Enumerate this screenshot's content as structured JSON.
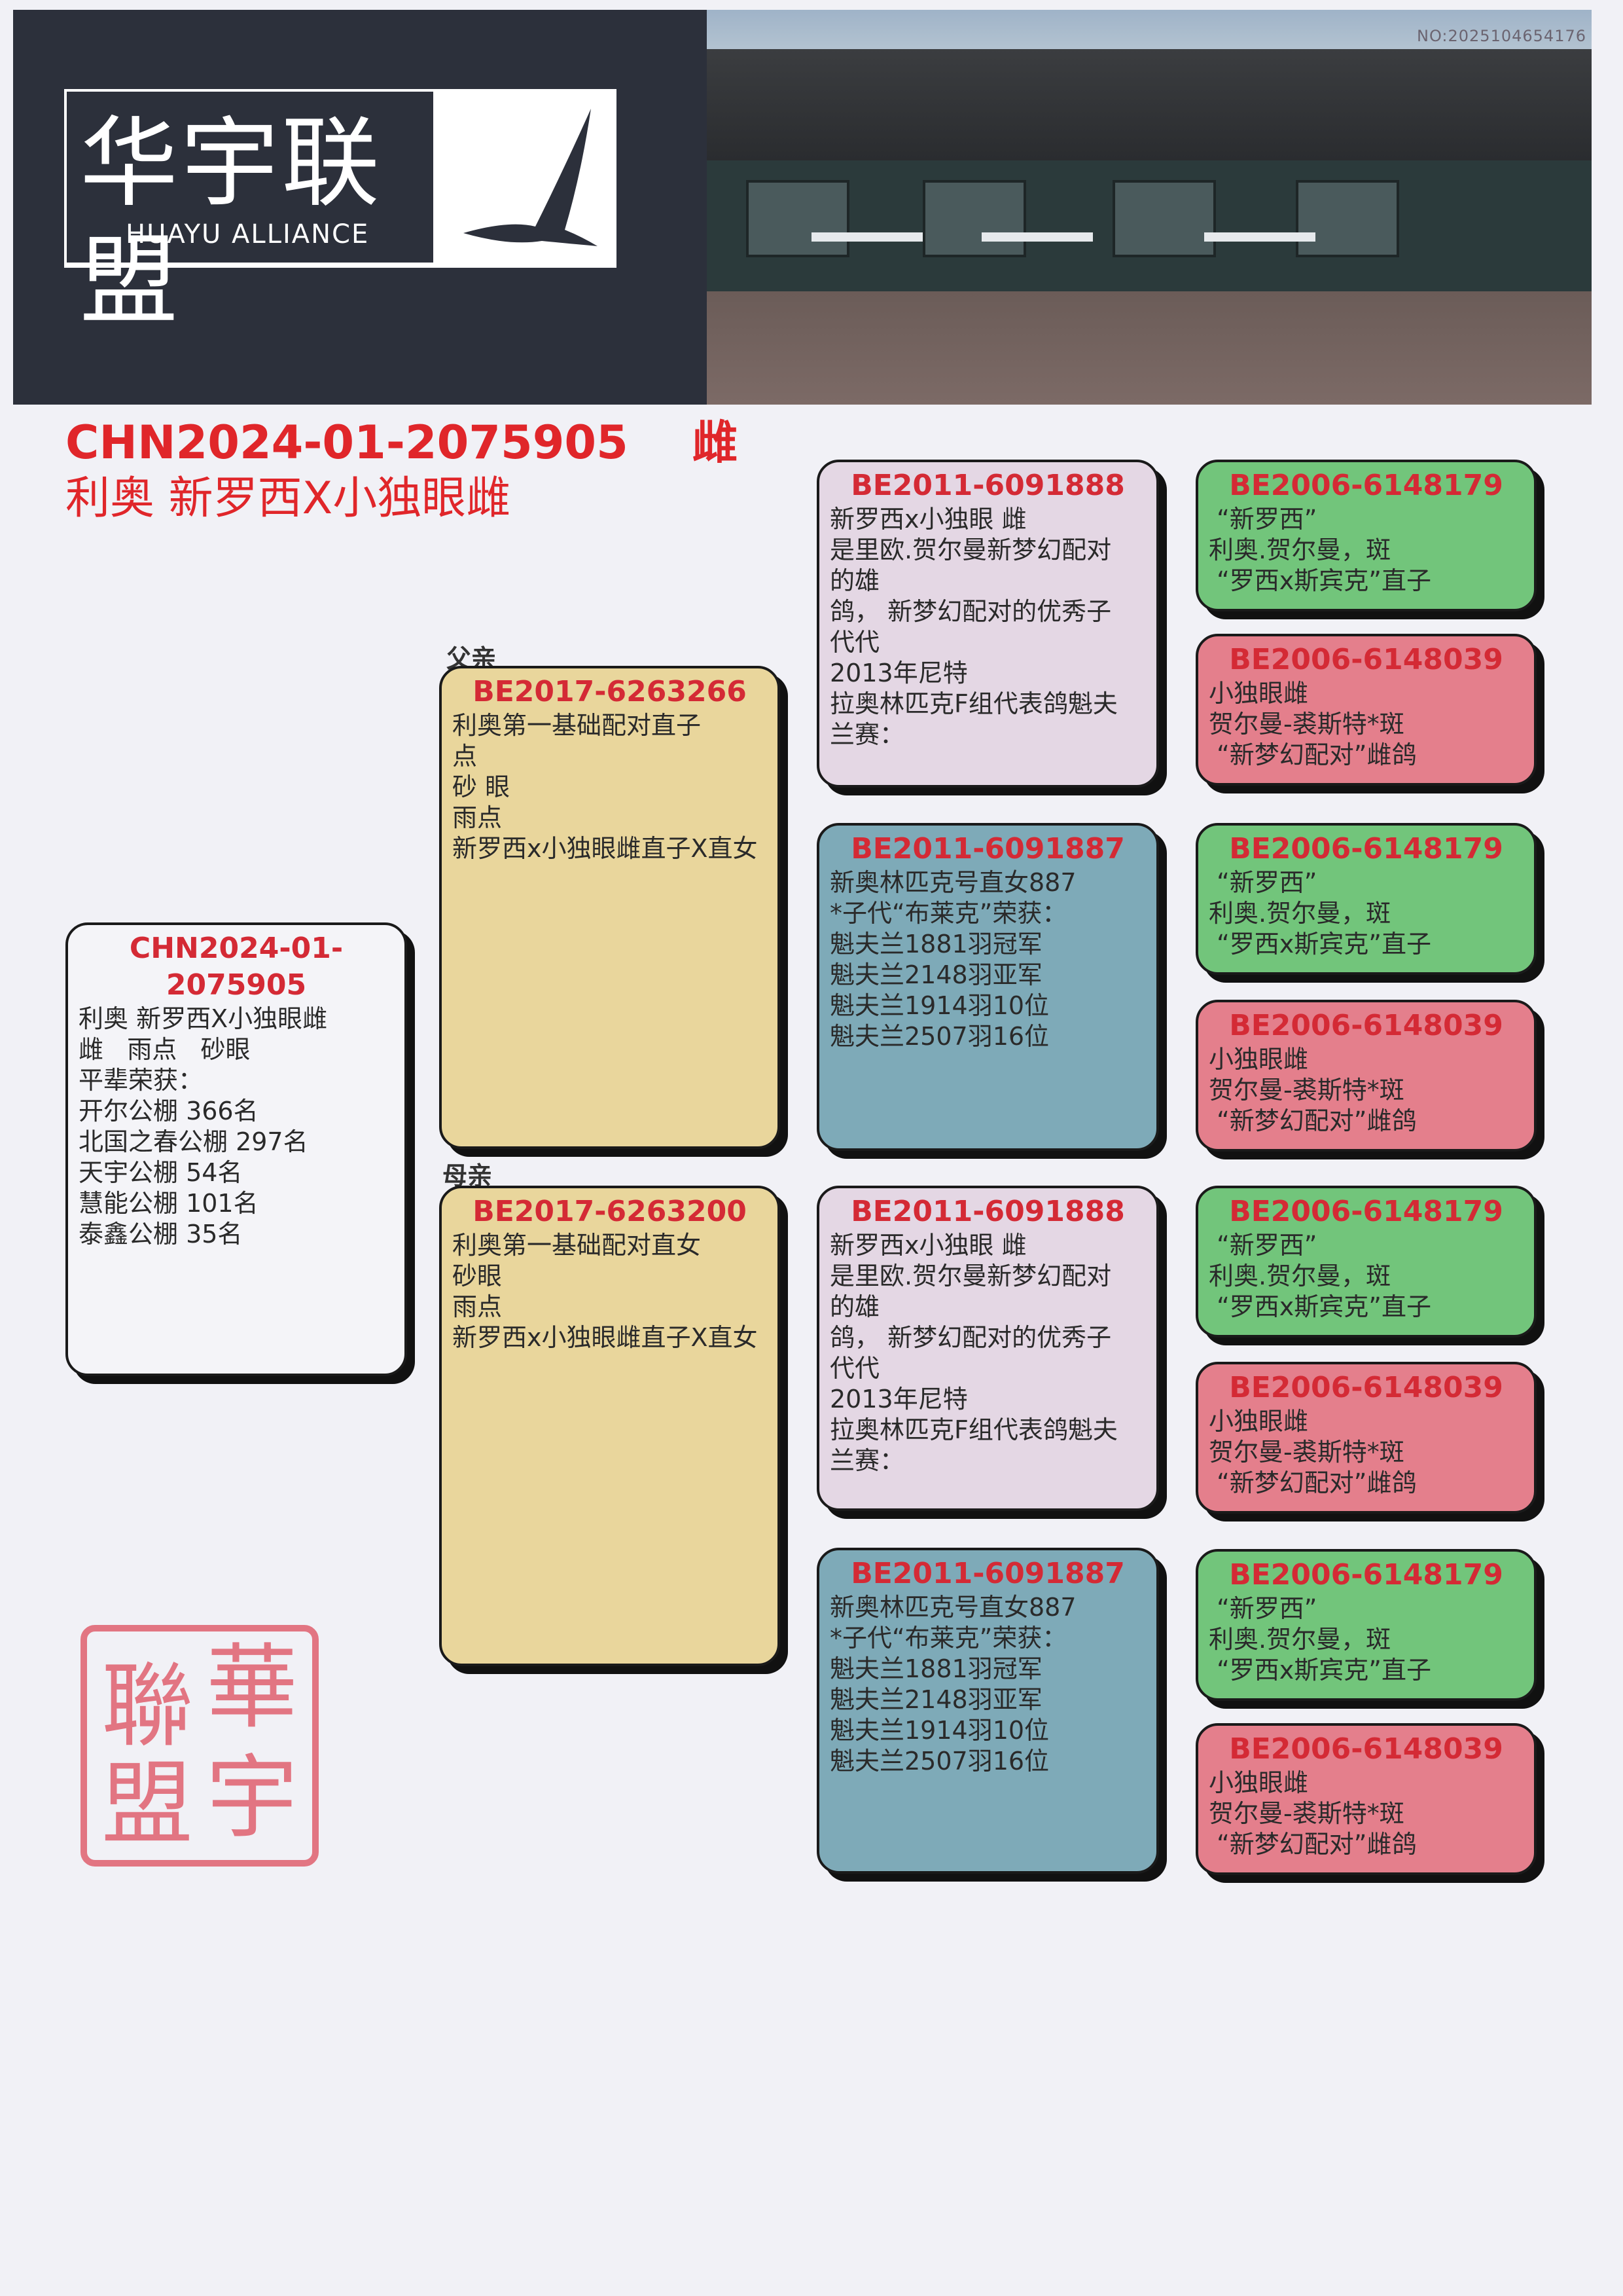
{
  "header": {
    "watermark": "NO:2025104654176",
    "logo_cn": "华宇联盟",
    "logo_en": "HUAYU ALLIANCE"
  },
  "title": {
    "ring": "CHN2024-01-2075905",
    "sex": "雌",
    "name": "利奥 新罗西X小独眼雌"
  },
  "labels": {
    "sire": "父亲",
    "dam": "母亲"
  },
  "stamp": {
    "chars": [
      "華",
      "宇",
      "聯",
      "盟"
    ]
  },
  "colors": {
    "accent_red": "#d42a35",
    "sire_dam": "#e9d69c",
    "lavender": "#e4d7e4",
    "blue": "#7eaab8",
    "green": "#72c57b",
    "pink": "#e47f8c"
  },
  "cards": {
    "subject": {
      "id": "CHN2024-01-2075905",
      "lines": [
        "利奥 新罗西X小独眼雌",
        "雌   雨点   砂眼",
        "平辈荣获：",
        "开尔公棚 366名",
        "北国之春公棚 297名",
        "天宇公棚 54名",
        "慧能公棚 101名",
        "泰鑫公棚 35名"
      ]
    },
    "sire": {
      "id": "BE2017-6263266",
      "lines": [
        "利奥第一基础配对直子",
        "点",
        "砂 眼",
        "雨点",
        "新罗西x小独眼雌直子X直女"
      ]
    },
    "dam": {
      "id": "BE2017-6263200",
      "lines": [
        "利奥第一基础配对直女",
        "砂眼",
        "雨点",
        "新罗西x小独眼雌直子X直女"
      ]
    },
    "gp": [
      {
        "id": "BE2011-6091888",
        "lines": [
          "新罗西x小独眼 雌",
          "是里欧.贺尔曼新梦幻配对",
          "的雄",
          "鸽， 新梦幻配对的优秀子",
          "代代",
          "2013年尼特",
          "拉奥林匹克F组代表鸽魁夫",
          "兰赛："
        ]
      },
      {
        "id": "BE2011-6091887",
        "lines": [
          "新奥林匹克号直女887",
          "*子代“布莱克”荣获：",
          "魁夫兰1881羽冠军",
          "魁夫兰2148羽亚军",
          "魁夫兰1914羽10位",
          "魁夫兰2507羽16位"
        ]
      },
      {
        "id": "BE2011-6091888",
        "lines": [
          "新罗西x小独眼 雌",
          "是里欧.贺尔曼新梦幻配对",
          "的雄",
          "鸽， 新梦幻配对的优秀子",
          "代代",
          "2013年尼特",
          "拉奥林匹克F组代表鸽魁夫",
          "兰赛："
        ]
      },
      {
        "id": "BE2011-6091887",
        "lines": [
          "新奥林匹克号直女887",
          "*子代“布莱克”荣获：",
          "魁夫兰1881羽冠军",
          "魁夫兰2148羽亚军",
          "魁夫兰1914羽10位",
          "魁夫兰2507羽16位"
        ]
      }
    ],
    "ggp": [
      {
        "id": "BE2006-6148179",
        "lines": [
          " “新罗西”",
          "利奥.贺尔曼，斑",
          " “罗西x斯宾克”直子"
        ]
      },
      {
        "id": "BE2006-6148039",
        "lines": [
          "小独眼雌",
          "贺尔曼-裘斯特*斑",
          " “新梦幻配对”雌鸽"
        ]
      },
      {
        "id": "BE2006-6148179",
        "lines": [
          " “新罗西”",
          "利奥.贺尔曼，斑",
          " “罗西x斯宾克”直子"
        ]
      },
      {
        "id": "BE2006-6148039",
        "lines": [
          "小独眼雌",
          "贺尔曼-裘斯特*斑",
          " “新梦幻配对”雌鸽"
        ]
      },
      {
        "id": "BE2006-6148179",
        "lines": [
          " “新罗西”",
          "利奥.贺尔曼，斑",
          " “罗西x斯宾克”直子"
        ]
      },
      {
        "id": "BE2006-6148039",
        "lines": [
          "小独眼雌",
          "贺尔曼-裘斯特*斑",
          " “新梦幻配对”雌鸽"
        ]
      },
      {
        "id": "BE2006-6148179",
        "lines": [
          " “新罗西”",
          "利奥.贺尔曼，斑",
          " “罗西x斯宾克”直子"
        ]
      },
      {
        "id": "BE2006-6148039",
        "lines": [
          "小独眼雌",
          "贺尔曼-裘斯特*斑",
          " “新梦幻配对”雌鸽"
        ]
      }
    ]
  }
}
